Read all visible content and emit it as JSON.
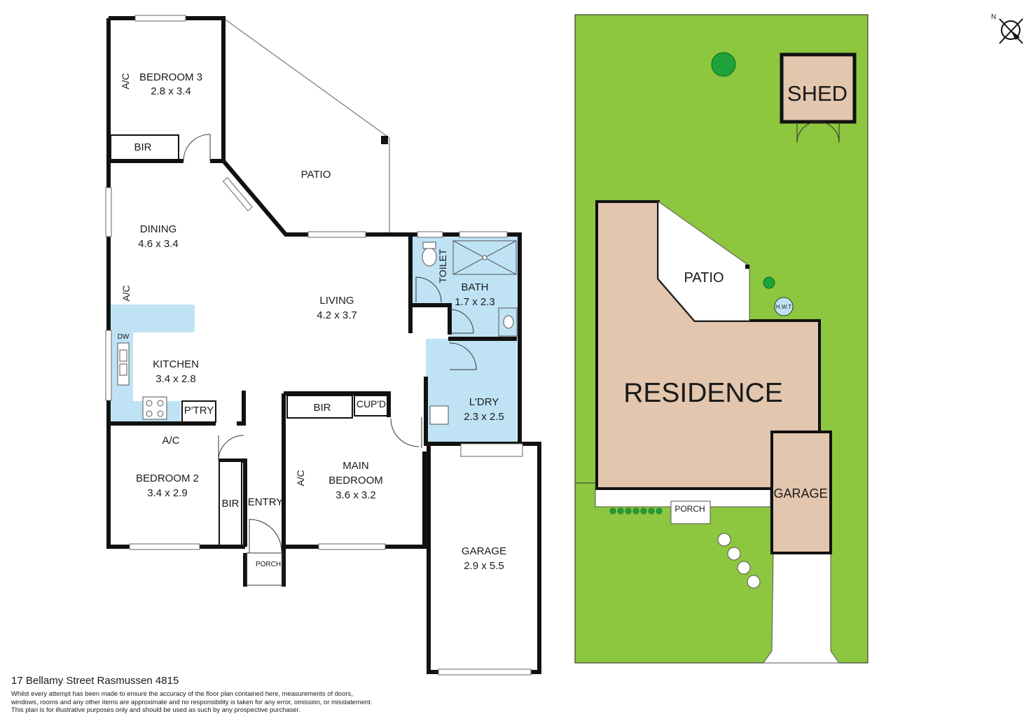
{
  "floor_plan": {
    "rooms": [
      {
        "name": "BEDROOM 3",
        "size": "2.8 x 3.4"
      },
      {
        "name": "DINING",
        "size": "4.6 x 3.4"
      },
      {
        "name": "LIVING",
        "size": "4.2 x 3.7"
      },
      {
        "name": "KITCHEN",
        "size": "3.4 x 2.8"
      },
      {
        "name": "BEDROOM 2",
        "size": "3.4 x 2.9"
      },
      {
        "name": "MAIN",
        "name2": "BEDROOM",
        "size": "3.6 x 3.2"
      },
      {
        "name": "BATH",
        "size": "1.7 x 2.3"
      },
      {
        "name": "L'DRY",
        "size": "2.3 x 2.5"
      },
      {
        "name": "GARAGE",
        "size": "2.9 x 5.5"
      }
    ],
    "labels": {
      "patio": "PATIO",
      "bir": "BIR",
      "ac": "A/C",
      "toilet": "TOILET",
      "dw": "DW",
      "pantry": "P'TRY",
      "cupboard": "CUP'D",
      "entry": "ENTRY",
      "porch": "PORCH"
    }
  },
  "site_plan": {
    "shed": "SHED",
    "residence": "RESIDENCE",
    "patio": "PATIO",
    "garage": "GARAGE",
    "porch": "PORCH",
    "hwt": "H.W.T",
    "north": "N"
  },
  "colors": {
    "wall": "#111111",
    "wet_area": "#bfe3f5",
    "lawn": "#8dc63f",
    "building": "#e2c6ad",
    "paving": "#ffffff",
    "tree": "#1ea23a"
  },
  "footer": {
    "address": "17 Bellamy Street Rasmussen 4815",
    "disclaimer_1": "Whilst every attempt has been made to ensure the accuracy of the floor plan contained here, measurements of doors,",
    "disclaimer_2": "windows, rooms and any other items are approximate and no responsibility is taken for any error, omission, or misstatement.",
    "disclaimer_3": "This plan is for illustrative purposes only and should be used as such by any prospective purchaser."
  }
}
